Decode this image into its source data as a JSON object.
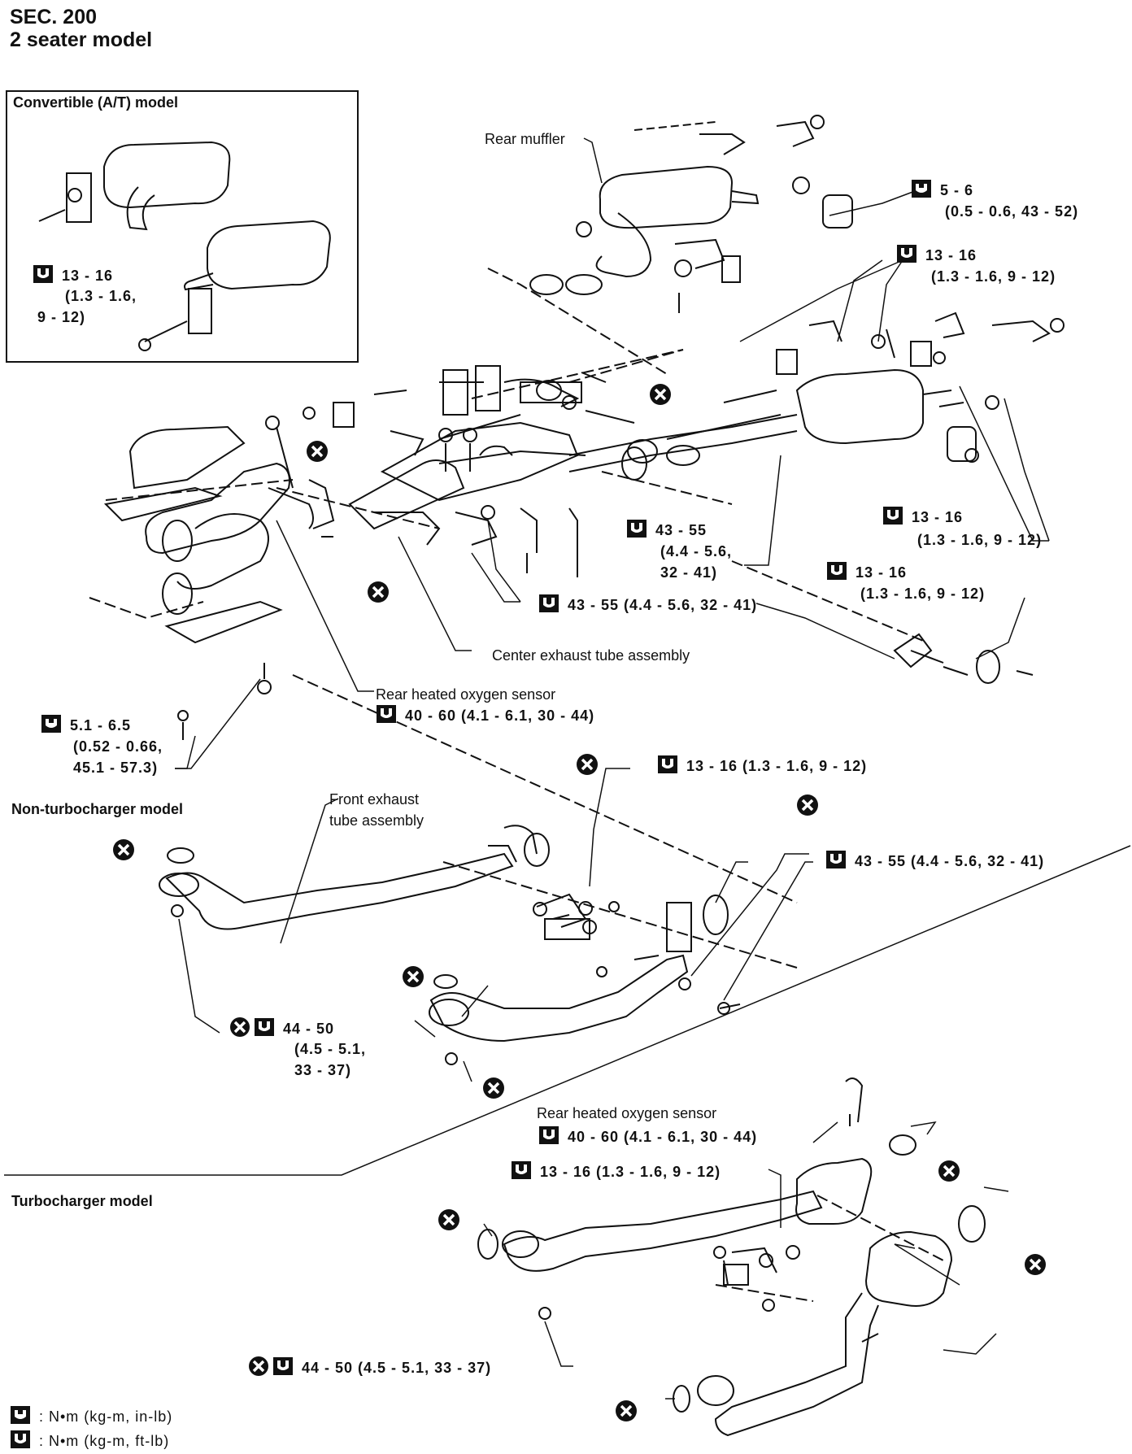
{
  "header": {
    "line1": "SEC. 200",
    "line2": "2 seater model"
  },
  "sections": {
    "convertible": "Convertible (A/T) model",
    "non_turbo": "Non-turbocharger model",
    "turbo": "Turbocharger model"
  },
  "labels": {
    "rear_muffler": "Rear muffler",
    "center_exhaust": "Center exhaust tube assembly",
    "rear_o2_1": "Rear heated oxygen sensor",
    "front_exhaust_1": "Front exhaust",
    "front_exhaust_2": "tube assembly",
    "rear_o2_2": "Rear heated oxygen sensor"
  },
  "torques": {
    "conv_a": "13 - 16",
    "conv_b": "(1.3 - 1.6,",
    "conv_c": "9 - 12)",
    "muffler_a": "5 - 6",
    "muffler_b": "(0.5 - 0.6, 43 - 52)",
    "hanger_a": "13 - 16",
    "hanger_b": "(1.3 - 1.6, 9 - 12)",
    "center_a": "43 - 55",
    "center_b": "(4.4 - 5.6,",
    "center_c": "32 - 41)",
    "right_a": "13 - 16",
    "right_b": "(1.3 - 1.6, 9 - 12)",
    "mount_a": "13 - 16",
    "mount_b": "(1.3 - 1.6, 9 - 12)",
    "center_flange": "43 - 55 (4.4 - 5.6, 32 - 41)",
    "o2_1": "40 - 60 (4.1 - 6.1, 30 - 44)",
    "heat_a": "5.1 - 6.5",
    "heat_b": "(0.52 - 0.66,",
    "heat_c": "45.1 - 57.3)",
    "nt_bracket": "13 - 16 (1.3 - 1.6, 9 - 12)",
    "nt_flange": "43 - 55 (4.4 - 5.6, 32 - 41)",
    "nt_front_a": "44 - 50",
    "nt_front_b": "(4.5 - 5.1,",
    "nt_front_c": "33 - 37)",
    "o2_2": "40 - 60 (4.1 - 6.1, 30 - 44)",
    "t_bracket": "13 - 16 (1.3 - 1.6, 9 - 12)",
    "t_front": "44 - 50 (4.5 - 5.1, 33 - 37)"
  },
  "legend": {
    "in_lb": ": N•m (kg-m, in-lb)",
    "ft_lb": ": N•m (kg-m, ft-lb)"
  },
  "colors": {
    "ink": "#111111",
    "paper": "#ffffff"
  }
}
